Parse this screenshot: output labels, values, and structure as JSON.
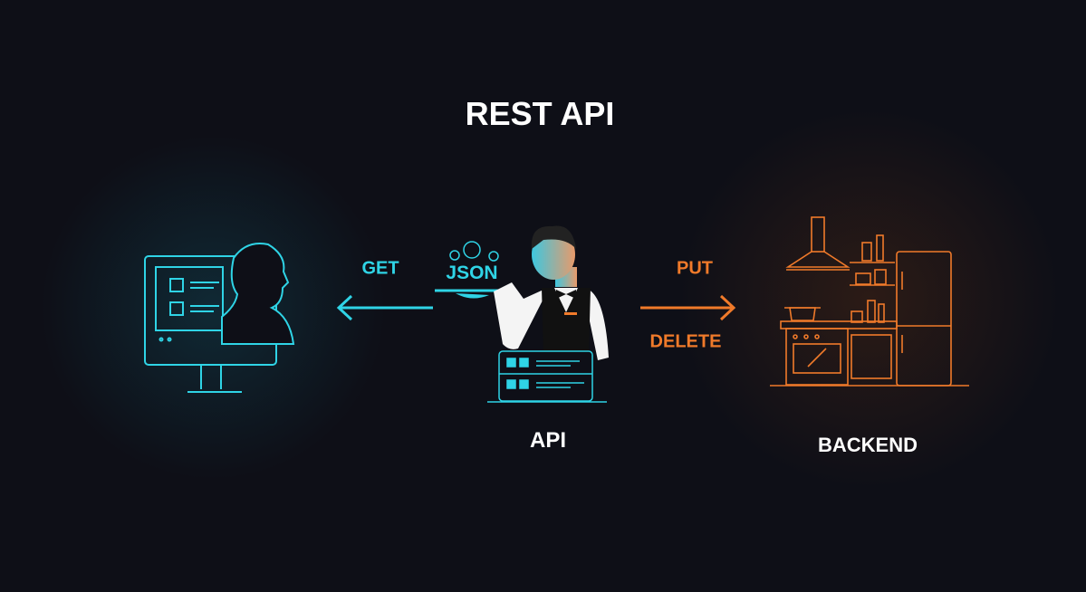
{
  "title": "REST API",
  "labels": {
    "get": "GET",
    "put": "PUT",
    "delete": "DELETE",
    "api": "API",
    "backend": "BACKEND",
    "json": "JSON"
  },
  "colors": {
    "client": "#2fd4e6",
    "backend": "#f07a2a",
    "background": "#0e0f17"
  }
}
